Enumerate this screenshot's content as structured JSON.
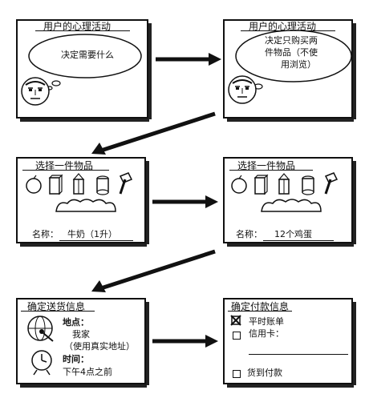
{
  "panel1": {
    "title": "用户的心理活动",
    "thought": "决定需要什么"
  },
  "panel2": {
    "title": "用户的心理活动",
    "thought_lines": [
      "决定只购买两",
      "件物品（不使",
      "用浏览）"
    ]
  },
  "panel3": {
    "title": "选择一件物品",
    "name_label": "名称：",
    "name_value": "牛奶（1升）"
  },
  "panel4": {
    "title": "选择一件物品",
    "name_label": "名称：",
    "name_value": "12个鸡蛋"
  },
  "panel5": {
    "title": "确定送货信息",
    "location_label": "地点：",
    "location_lines": [
      "我家",
      "（使用真实地址）"
    ],
    "time_label": "时间：",
    "time_value": "下午4点之前"
  },
  "panel6": {
    "title": "确定付款信息",
    "options": [
      "平时账单",
      "信用卡：",
      "货到付款"
    ]
  }
}
